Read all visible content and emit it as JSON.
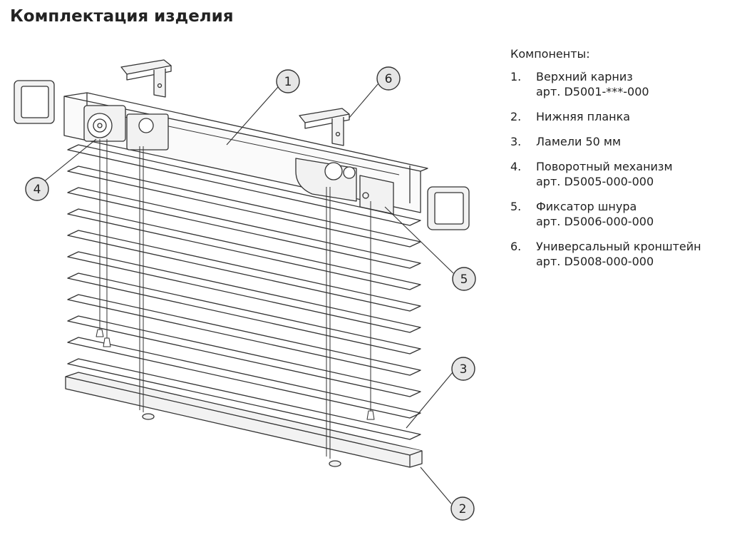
{
  "title": "Комплектация изделия",
  "components": {
    "heading": "Компоненты:",
    "items": [
      {
        "num": "1.",
        "name": "Верхний карниз",
        "art": "арт. D5001-***-000"
      },
      {
        "num": "2.",
        "name": "Нижняя планка",
        "art": ""
      },
      {
        "num": "3.",
        "name": "Ламели 50 мм",
        "art": ""
      },
      {
        "num": "4.",
        "name": "Поворотный механизм",
        "art": "арт. D5005-000-000"
      },
      {
        "num": "5.",
        "name": "Фиксатор шнура",
        "art": "арт. D5006-000-000"
      },
      {
        "num": "6.",
        "name": "Универсальный кронштейн",
        "art": "арт. D5008-000-000"
      }
    ]
  },
  "callouts": [
    "1",
    "2",
    "3",
    "4",
    "5",
    "6"
  ],
  "colors": {
    "line": "#333333",
    "callout_fill": "#e6e6e6",
    "part_fill": "#f2f2f2"
  }
}
